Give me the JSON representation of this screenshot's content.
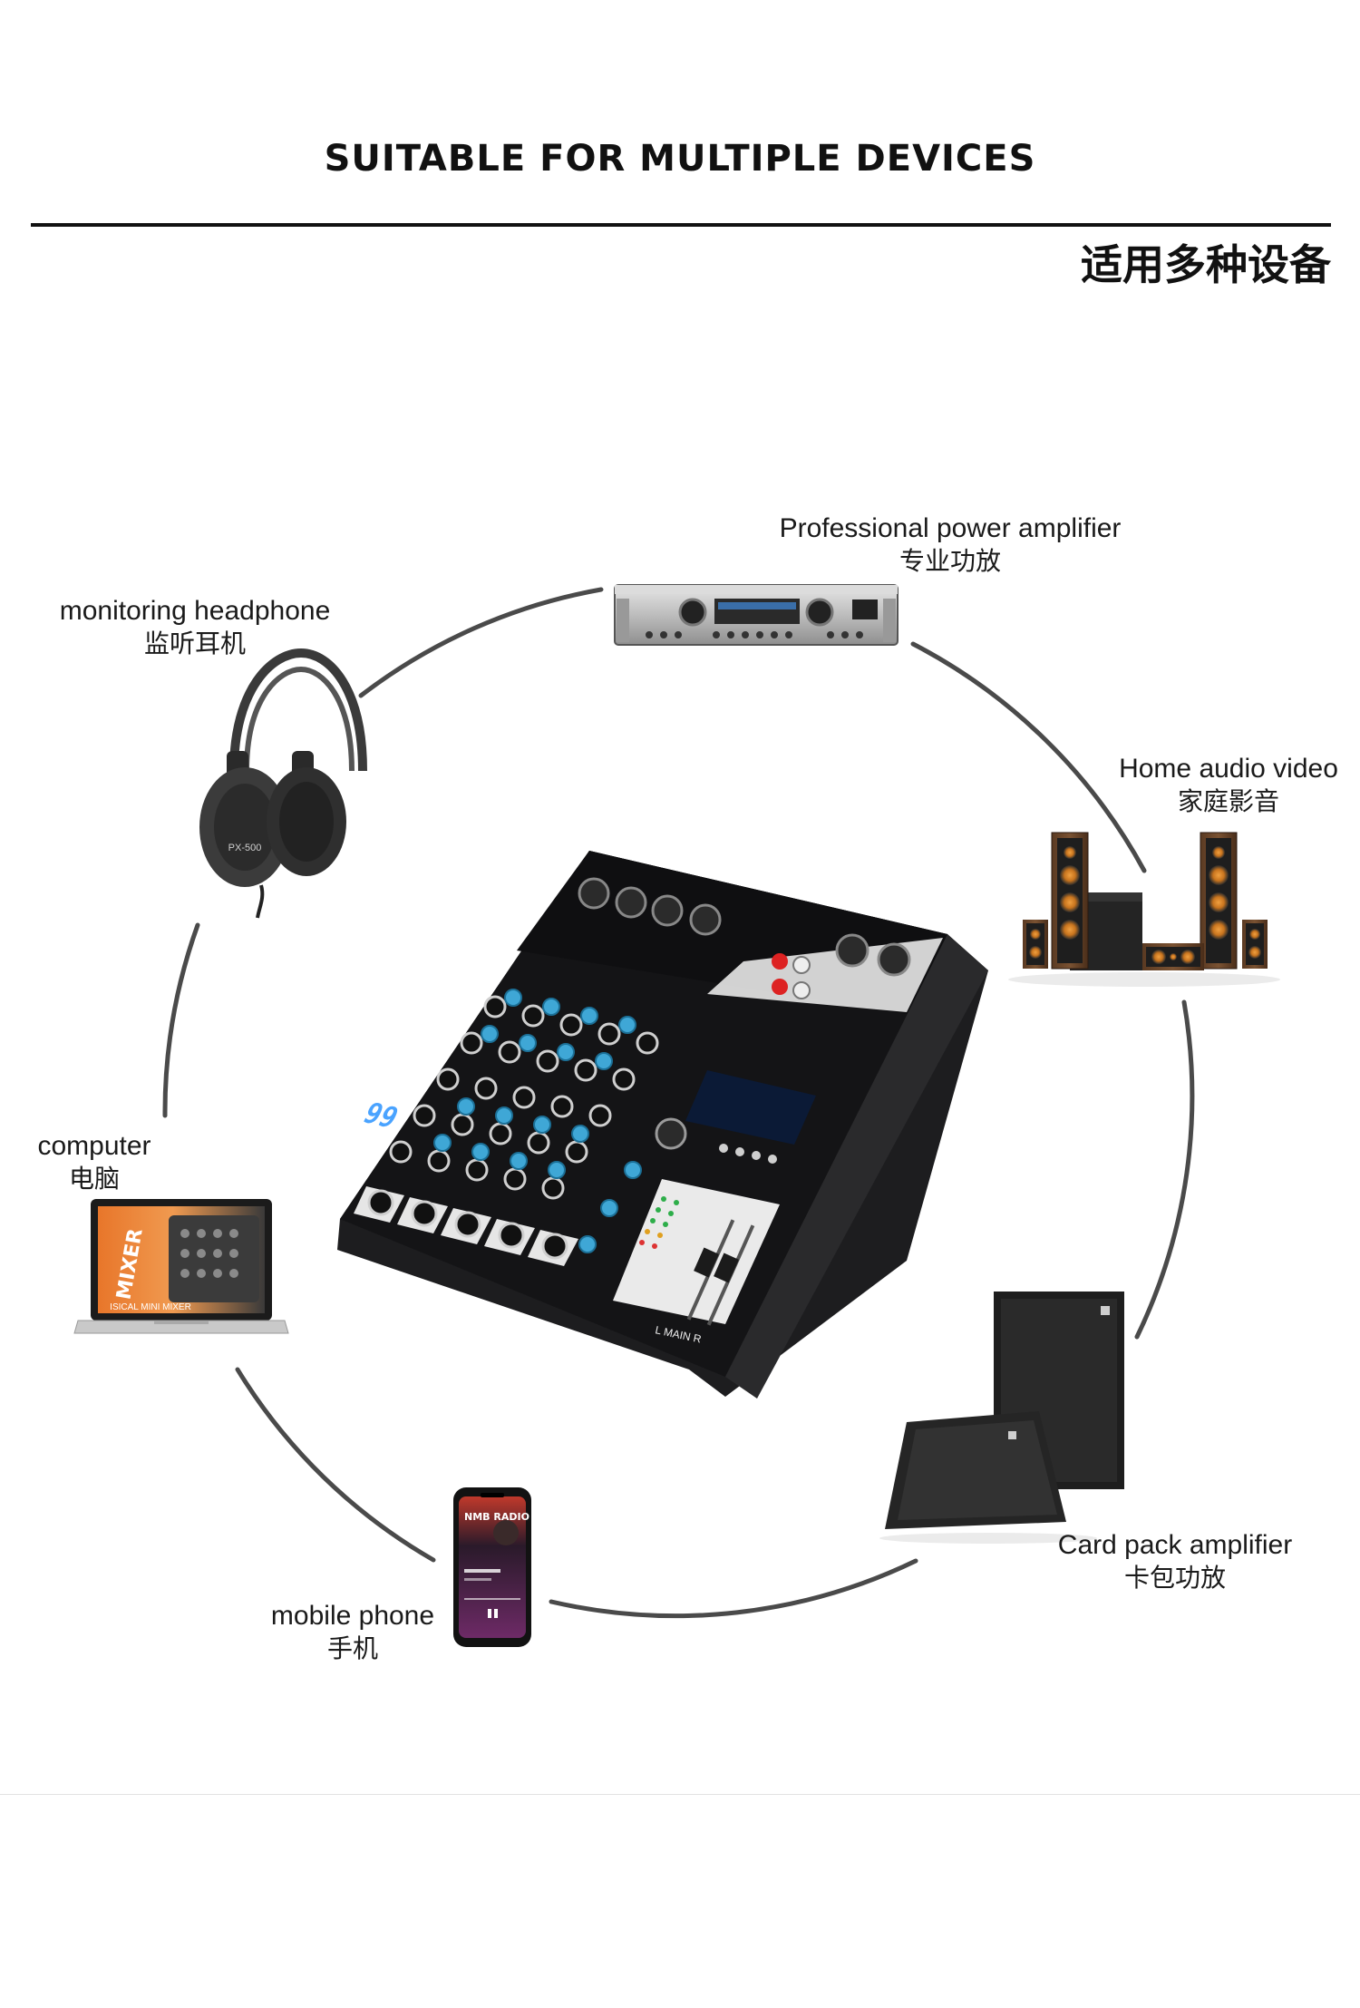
{
  "header": {
    "title": "SUITABLE FOR MULTIPLE DEVICES",
    "subtitle": "适用多种设备"
  },
  "devices": {
    "amplifier": {
      "label": "Professional power amplifier",
      "label_cn": "专业功放"
    },
    "headphone": {
      "label": "monitoring headphone",
      "label_cn": "监听耳机"
    },
    "home_audio": {
      "label": "Home audio  video",
      "label_cn": "家庭影音"
    },
    "computer": {
      "label": "computer",
      "label_cn": "电脑"
    },
    "card_speaker": {
      "label": "Card pack amplifier",
      "label_cn": "卡包功放"
    },
    "phone": {
      "label": "mobile phone",
      "label_cn": "手机"
    }
  },
  "product_marks": {
    "headphone_model": "PX-500",
    "laptop_title": "MIXER",
    "laptop_caption": "ISICAL MINI MIXER",
    "phone_brand": "NMB RADIO",
    "mixer_display": "99",
    "mixer_fader_label": "L  MAIN  R"
  },
  "colors": {
    "ink": "#111111",
    "ring": "#4a4a4a",
    "mixer_body": "#1d1d1f",
    "knob_blue": "#3fa7d6",
    "knob_white": "#d8d8d8",
    "display_blue": "#2b7bd6",
    "laptop_orange": "#e8762a",
    "phone_purple": "#7a2a5a"
  },
  "icons": {
    "amplifier": "power-amplifier-icon",
    "headphone": "headphone-icon",
    "home_audio": "speaker-set-icon",
    "computer": "laptop-icon",
    "card_speaker": "pa-speaker-icon",
    "phone": "smartphone-icon",
    "mixer": "audio-mixer-icon"
  }
}
